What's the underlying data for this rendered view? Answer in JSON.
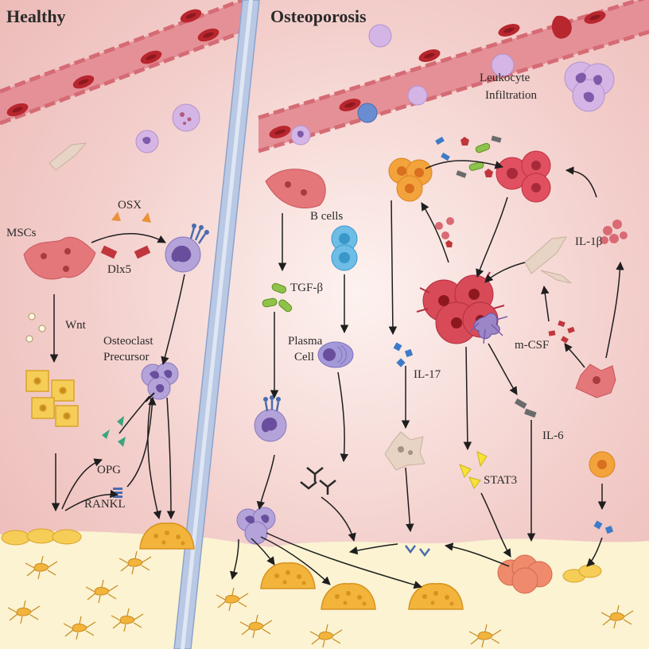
{
  "panels": {
    "healthy_title": "Healthy",
    "osteoporosis_title": "Osteoporosis"
  },
  "healthy": {
    "mscs": "MSCs",
    "osx": "OSX",
    "dlx5": "Dlx5",
    "wnt": "Wnt",
    "osteoclast_precursor_line1": "Osteoclast",
    "osteoclast_precursor_line2": "Precursor",
    "opg": "OPG",
    "rankl": "RANKL"
  },
  "osteoporosis": {
    "leukocyte_line1": "Leukocyte",
    "leukocyte_line2": "Infiltration",
    "b_cells": "B cells",
    "tgf_beta": "TGF-β",
    "plasma_line1": "Plasma",
    "plasma_line2": "Cell",
    "il17": "IL-17",
    "il6": "IL-6",
    "stat3": "STAT3",
    "mcsf": "m-CSF",
    "il1b": "IL-1β"
  },
  "colors": {
    "tissue_pink": "#f1c9c6",
    "bone_yellow": "#fbf3d2",
    "rbc_red": "#b8262e",
    "vessel_pink": "#e8868c",
    "divider_blue": "#b9c8e4",
    "osteoclast_purple": "#9b86c8",
    "osteoblast_orange": "#f3b43c"
  }
}
